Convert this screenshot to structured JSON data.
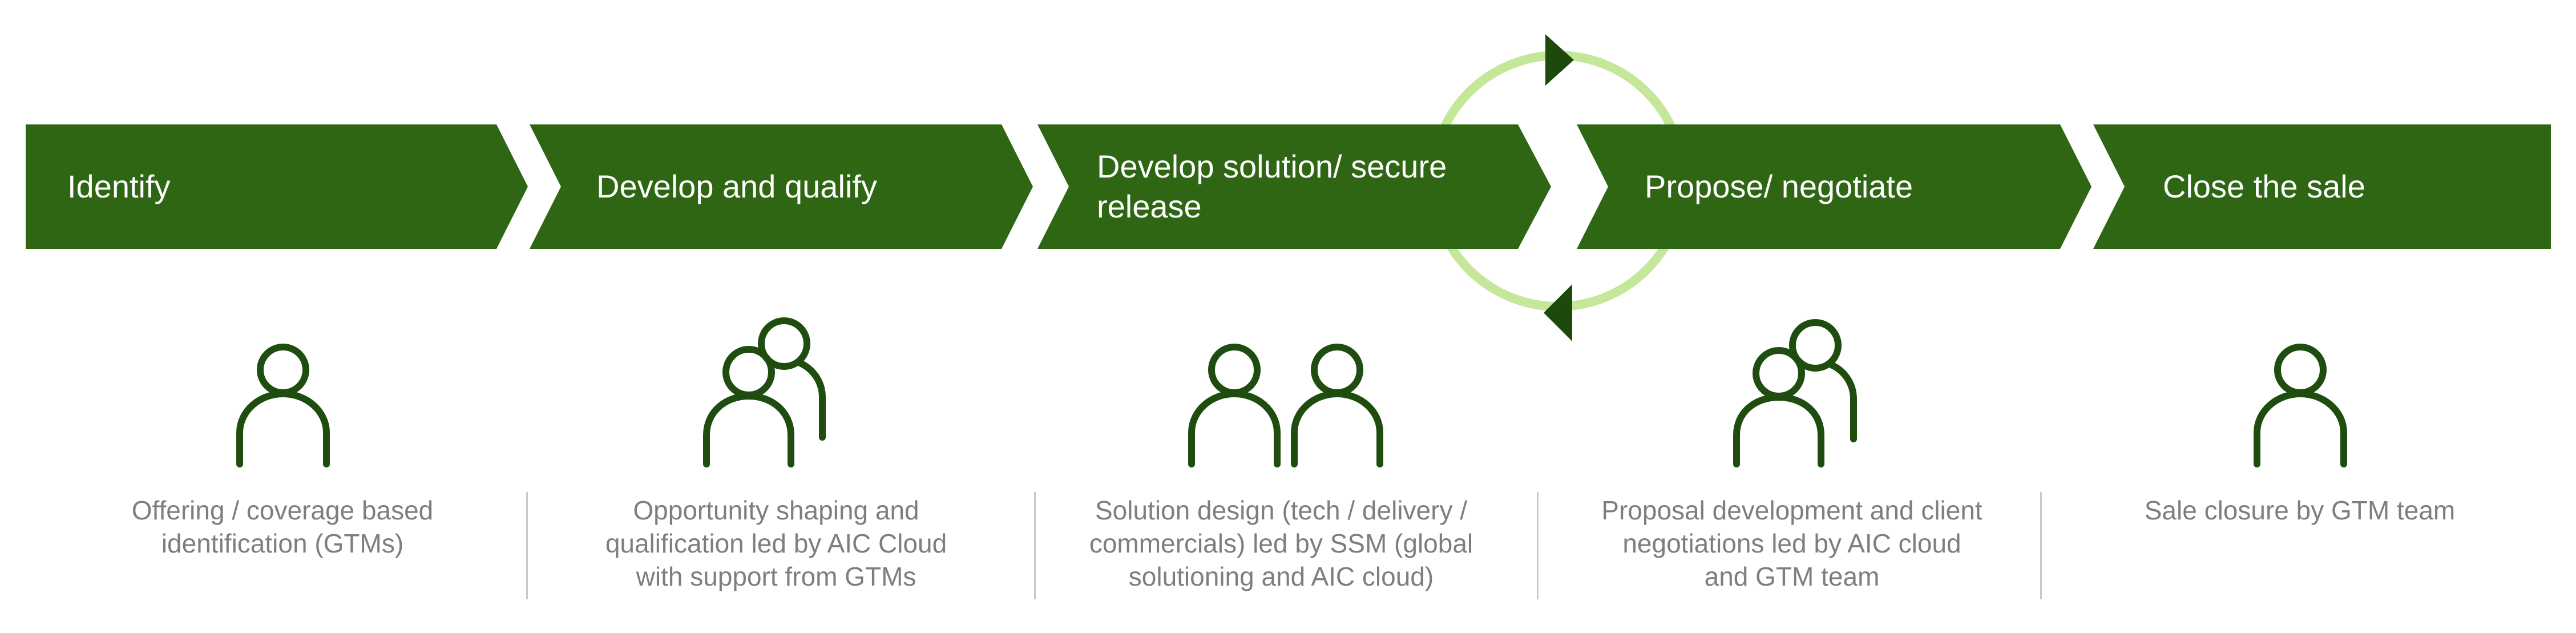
{
  "colors": {
    "chevron_fill": "#2e6614",
    "arrowhead_fill": "#1d4a0c",
    "cycle_ring": "#c4e79a",
    "icon_stroke": "#1f4d10",
    "description_text": "#7b7f82",
    "divider": "#c5cace"
  },
  "stages": [
    {
      "label": "Identify",
      "description": "Offering / coverage based identification (GTMs)",
      "icon": "single-person-icon"
    },
    {
      "label": "Develop and qualify",
      "description": "Opportunity shaping and qualification led by AIC Cloud with support from GTMs",
      "icon": "overlapping-people-icon"
    },
    {
      "label": "Develop solution/ secure release",
      "description": "Solution design (tech / delivery / commercials) led by SSM (global solutioning and AIC cloud)",
      "icon": "two-people-side-by-side-icon"
    },
    {
      "label": "Propose/ negotiate",
      "description": "Proposal development and client negotiations led by AIC cloud and GTM team",
      "icon": "overlapping-people-icon"
    },
    {
      "label": "Close the sale",
      "description": "Sale closure by GTM team",
      "icon": "single-person-icon"
    }
  ],
  "cycle_indicator": {
    "icon": "circular-arrows-icon"
  }
}
